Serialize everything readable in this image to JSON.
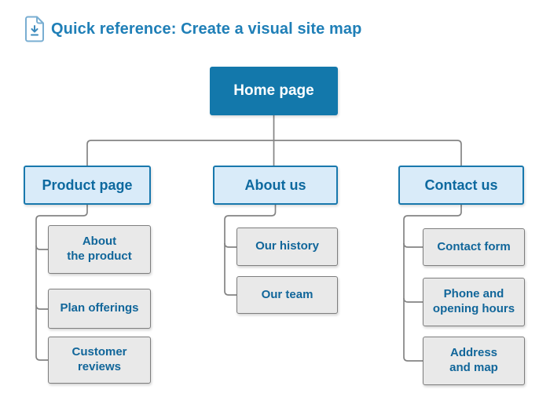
{
  "header": {
    "title": "Quick reference: Create a visual site map",
    "icon": "download-document-icon"
  },
  "sitemap": {
    "root": {
      "label": "Home page"
    },
    "sections": [
      {
        "label": "Product page",
        "children": [
          {
            "label": "About\nthe product"
          },
          {
            "label": "Plan offerings"
          },
          {
            "label": "Customer\nreviews"
          }
        ]
      },
      {
        "label": "About us",
        "children": [
          {
            "label": "Our history"
          },
          {
            "label": "Our team"
          }
        ]
      },
      {
        "label": "Contact us",
        "children": [
          {
            "label": "Contact form"
          },
          {
            "label": "Phone and\nopening hours"
          },
          {
            "label": "Address\nand map"
          }
        ]
      }
    ]
  },
  "colors": {
    "root_fill": "#1378ab",
    "section_fill": "#d9ebf9",
    "section_border": "#1878ad",
    "node_text_blue": "#0d699f",
    "child_text_blue": "#11669a",
    "child_fill": "#e9e9e9",
    "child_border": "#7e7e7e",
    "connector_gray": "#848484",
    "title_blue": "#1f7fb7"
  }
}
